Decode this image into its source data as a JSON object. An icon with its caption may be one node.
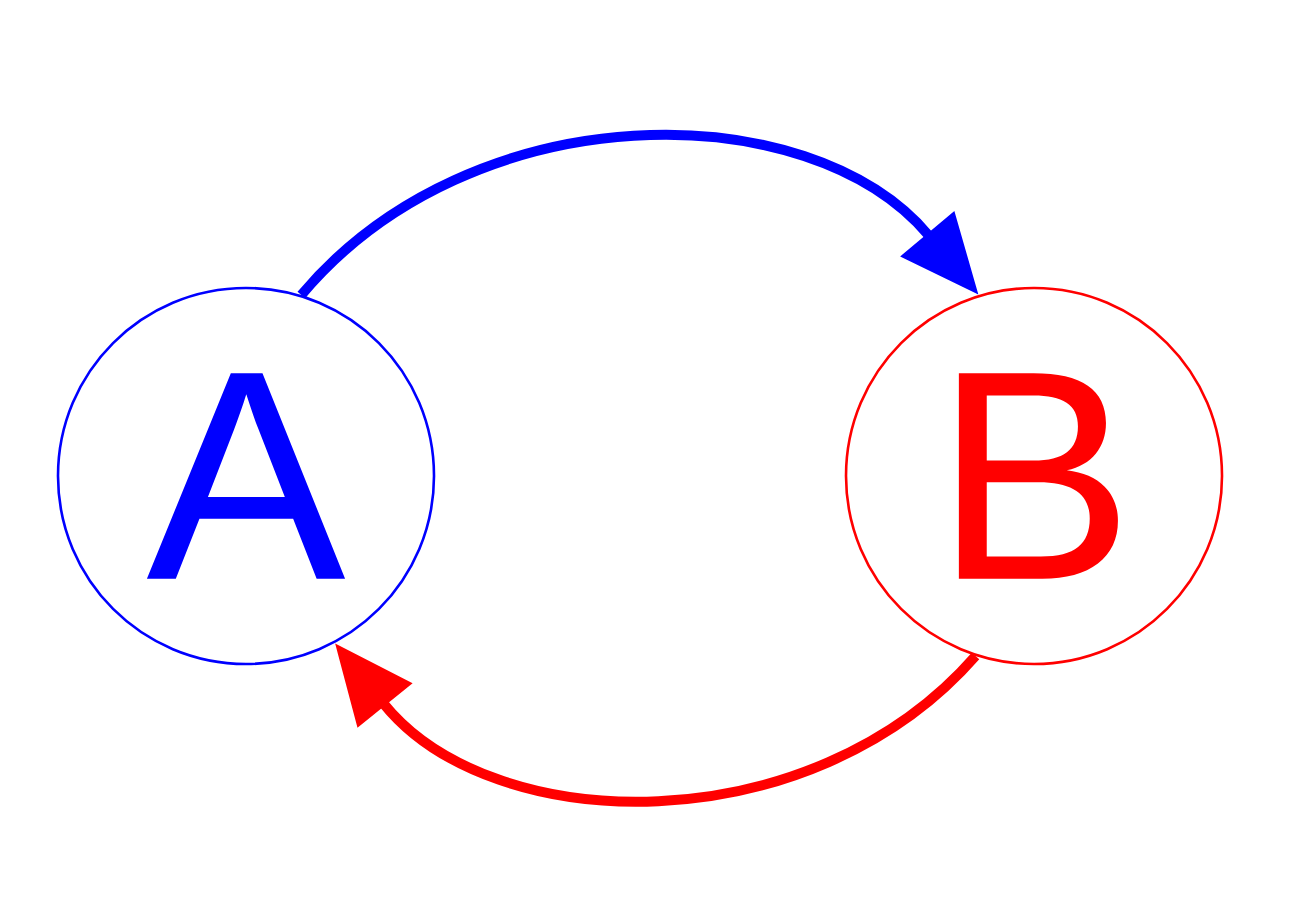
{
  "diagram": {
    "nodes": [
      {
        "text": [
          "A"
        ]
      },
      {
        "text": [
          "B"
        ]
      }
    ],
    "edges": [
      {
        "from": 0,
        "to": 1,
        "arrow": "to",
        "color": "#0000ff"
      },
      {
        "from": 1,
        "to": 0,
        "arrow": "to",
        "color": "#ff0000"
      }
    ]
  }
}
